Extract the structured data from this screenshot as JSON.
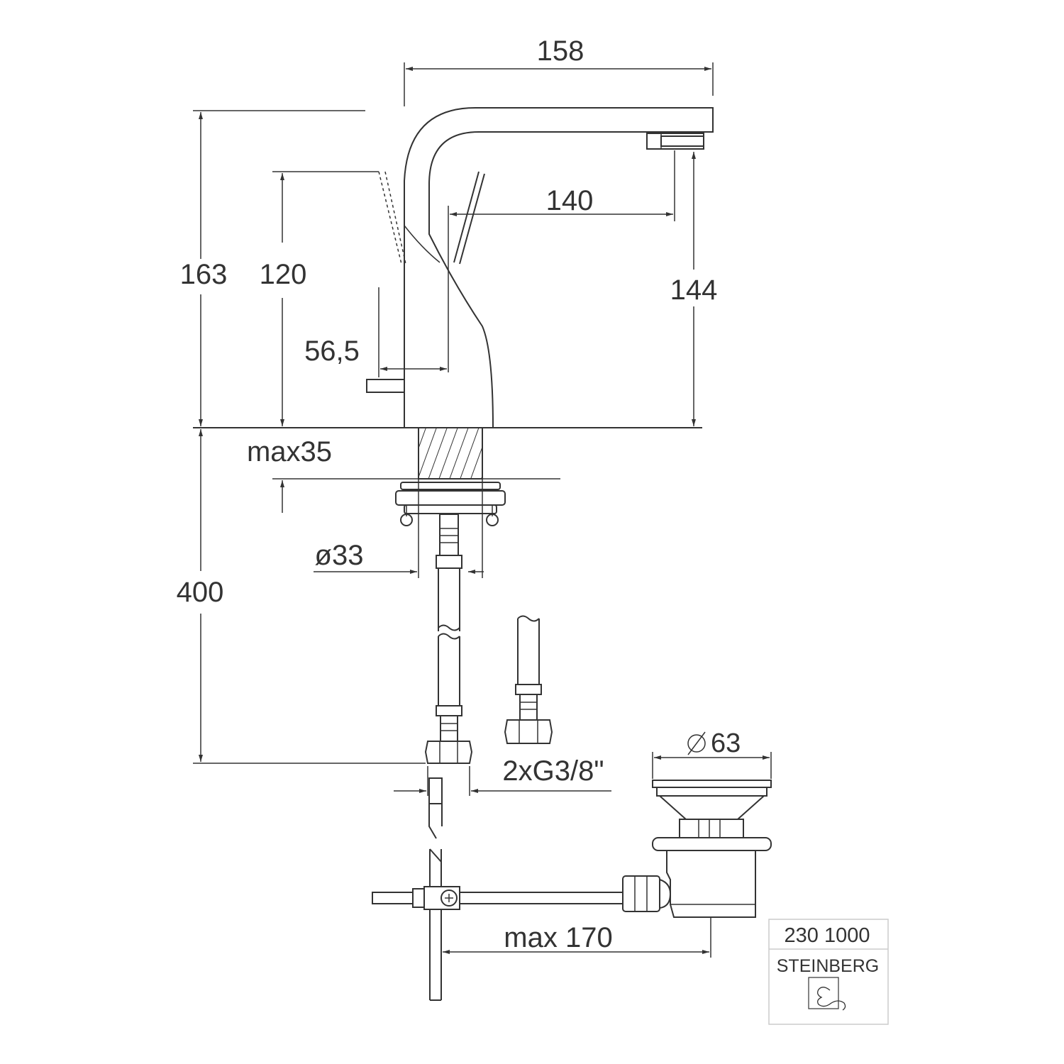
{
  "dimensions": {
    "width_158": "158",
    "reach_140": "140",
    "height_163": "163",
    "height_120": "120",
    "height_144": "144",
    "lever_56_5": "56,5",
    "deck_max35": "max35",
    "hose_400": "400",
    "dia_33": "ø33",
    "thread": "2xG3/8\"",
    "waste_dia_63": "63",
    "waste_max170": "max 170"
  },
  "title_block": {
    "code": "230 1000",
    "brand": "STEINBERG"
  },
  "colors": {
    "line": "#333333",
    "background": "#ffffff",
    "box_border": "#cccccc"
  },
  "icons": {
    "brand_logo": "steinberg-logo-icon",
    "diameter": "diameter-icon"
  }
}
